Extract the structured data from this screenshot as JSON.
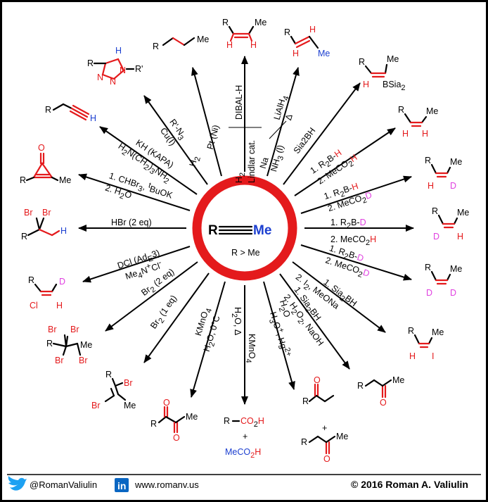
{
  "center": {
    "r": "R",
    "me": "Me",
    "note": "R > Me"
  },
  "reagents": {
    "pt": [
      "H",
      "2",
      "Pt (Ni)"
    ],
    "lindlar": [
      "H",
      "2",
      "Lindlar cat.",
      "DIBAL-H"
    ],
    "na": [
      "Na",
      "NH",
      "3",
      " (l)",
      "LiAlH",
      "4",
      "Δ"
    ],
    "sia2bh": "Sia2BH",
    "r2bh_meco2h": [
      "1. R",
      "2",
      "B-",
      "H",
      "2. MeCO",
      "2",
      "H"
    ],
    "r2bh_meco2d": [
      "1. R",
      "2",
      "B-",
      "H",
      "2. MeCO",
      "2",
      "D"
    ],
    "r2bd_meco2h": [
      "1. R",
      "2",
      "B-",
      "D",
      "2. MeCO",
      "2",
      "H"
    ],
    "r2bd_meco2d": [
      "1. R",
      "2",
      "B-",
      "D",
      "2. MeCO",
      "2",
      "D"
    ],
    "sia2bh_i2": [
      "1. Sia",
      "2",
      "BH",
      "2. I",
      "2",
      ", MeONa"
    ],
    "sia2bh_h2o2": [
      "1. Sia",
      "2",
      "BH",
      "2. H",
      "2",
      "O",
      "2",
      ", NaOH"
    ],
    "hg": [
      "H",
      "3",
      "O",
      "+",
      ", Hg",
      "2+",
      "H",
      "2",
      "O"
    ],
    "kmno4_heat": [
      "KMnO",
      "4",
      "H",
      "2",
      "O, Δ"
    ],
    "kmno4_cold": [
      "KMnO",
      "4",
      "H",
      "2",
      "O, 0°C"
    ],
    "br2_1": [
      "Br",
      "2",
      " (1 eq)"
    ],
    "br2_2": [
      "Br",
      "2",
      " (2 eq)"
    ],
    "dcl": [
      "DCl (Ad",
      "E",
      "3)",
      "Me",
      "4",
      "N",
      "+",
      "Cl",
      "-"
    ],
    "hbr": "HBr (2 eq)",
    "chbr3": [
      "1. CHBr",
      "3",
      ", ",
      "t",
      "BuOK",
      "2. H",
      "2",
      "O"
    ],
    "kapa": [
      "KH (KAPA)",
      "H",
      "2",
      "N(CH",
      "2",
      ")",
      "3",
      "NH",
      "2"
    ],
    "cui": [
      "R'-N",
      "3",
      "Cu(I)"
    ]
  },
  "products": {
    "alkane": [
      "R",
      "Me"
    ],
    "cis_alkene": [
      "Me",
      "R",
      "H",
      "H"
    ],
    "trans_alkene": [
      "H",
      "R",
      "H",
      "Me"
    ],
    "vinylborane": [
      "R",
      "Me",
      "H",
      "BSia",
      "2"
    ],
    "cis_h": [
      "R",
      "Me",
      "H",
      "H"
    ],
    "cis_d": [
      "R",
      "Me",
      "H",
      "D"
    ],
    "d_h": [
      "R",
      "Me",
      "D",
      "H"
    ],
    "d_d": [
      "R",
      "Me",
      "D",
      "D"
    ],
    "vinyl_iodide": [
      "R",
      "Me",
      "H",
      "I"
    ],
    "ketone_side": [
      "R",
      "O",
      "Me"
    ],
    "ketone_pair": [
      "R",
      "O",
      "+",
      "R",
      "O",
      "Me"
    ],
    "acids": [
      "R",
      "CO",
      "2",
      "H",
      "+",
      "MeCO",
      "2",
      "H"
    ],
    "diketone": [
      "R",
      "O",
      "O",
      "Me"
    ],
    "dibromoalkene": [
      "R",
      "Br",
      "Br",
      "Me"
    ],
    "tetrabromide": [
      "Br",
      "Br",
      "R",
      "Me",
      "Br",
      "Br"
    ],
    "chloroalkene": [
      "R",
      "D",
      "Cl",
      "H"
    ],
    "gem_dibromide": [
      "Br",
      "Br",
      "R",
      "H"
    ],
    "cyclopropenone": [
      "O",
      "R",
      "Me"
    ],
    "terminal_alkyne": [
      "R",
      "H"
    ],
    "triazole": [
      "H",
      "R",
      "N",
      "N",
      "N",
      "N",
      "R'"
    ]
  },
  "footer": {
    "twitter": "@RomanValiulin",
    "linkedin_icon": "in",
    "web": "www.romanv.us",
    "copyright": "© 2016 Roman A. Valiulin"
  },
  "colors": {
    "ring": "#e41a1c",
    "red": "#e41a1c",
    "blue": "#1c3fd0",
    "magenta": "#e040e0",
    "twitter": "#1da1f2",
    "linkedin": "#0a66c2"
  }
}
